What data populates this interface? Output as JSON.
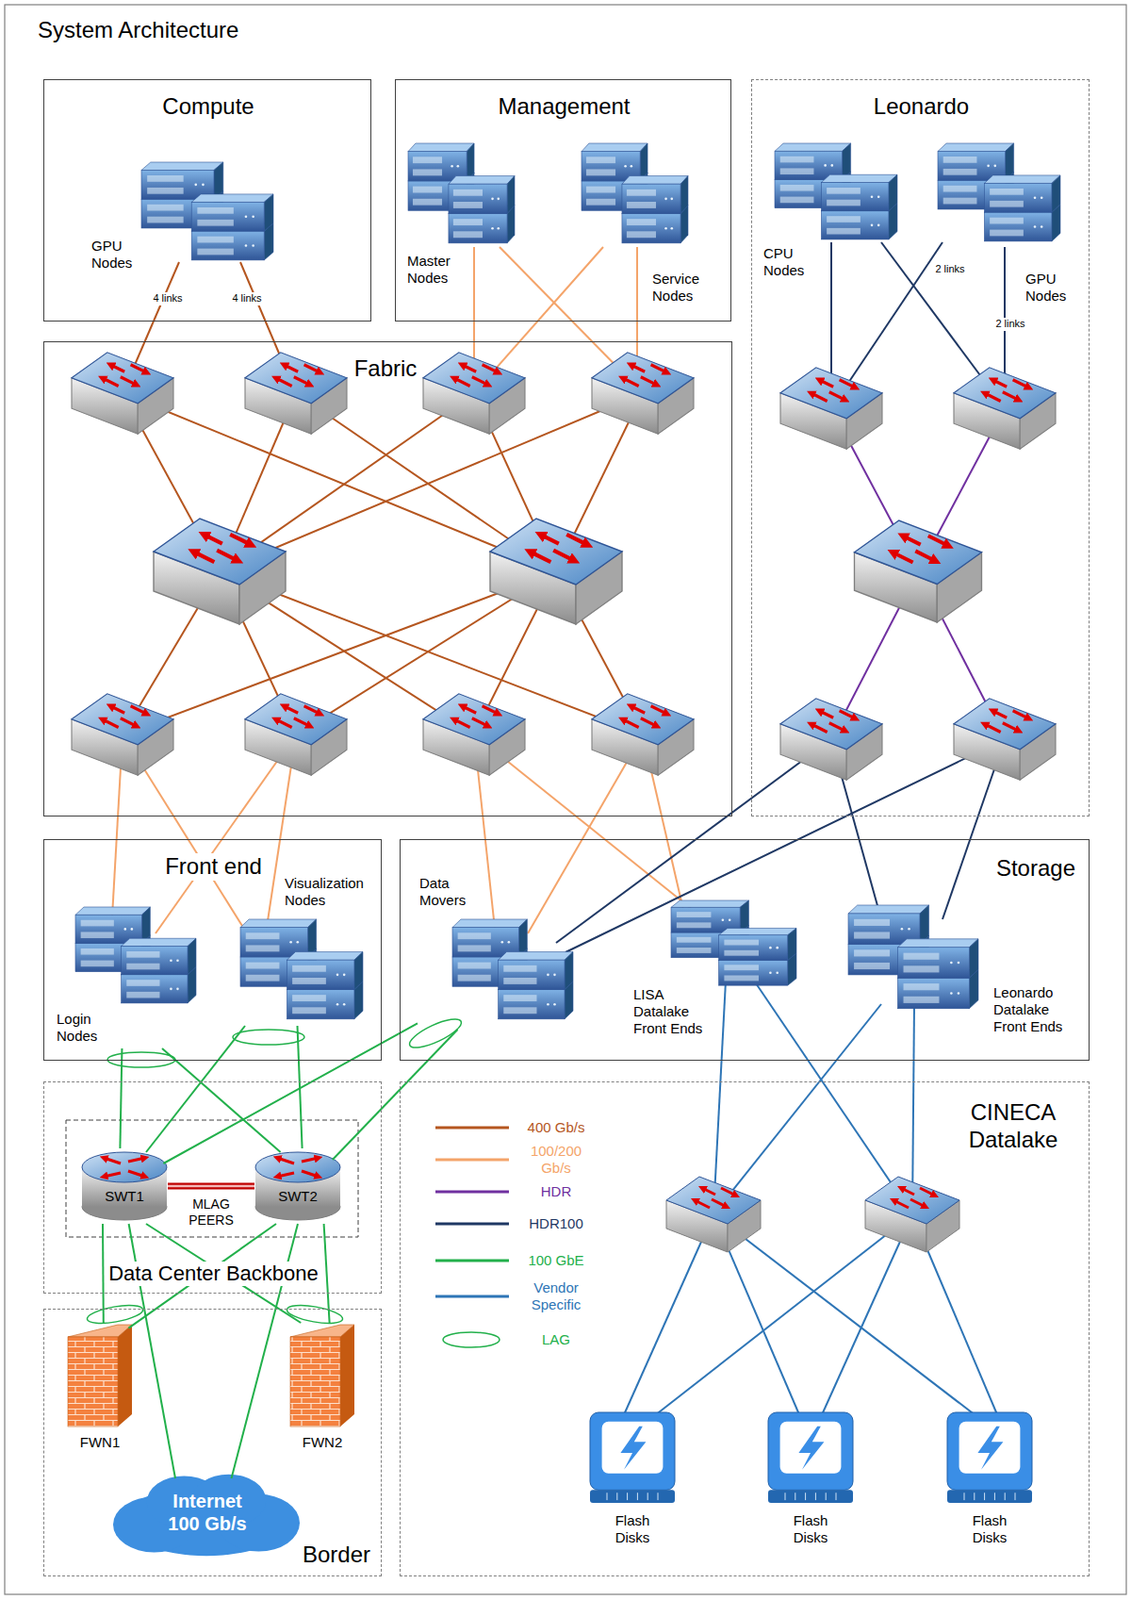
{
  "diagram": {
    "title": "System Architecture",
    "nodes": [
      {
        "text": [
          "Compute"
        ]
      },
      {
        "text": [
          "GPU Nodes"
        ],
        "in": 0
      },
      {
        "text": [
          "Management"
        ]
      },
      {
        "text": [
          "Master Nodes"
        ],
        "in": 2
      },
      {
        "text": [
          "Service Nodes"
        ],
        "in": 2
      },
      {
        "text": [
          "Leonardo"
        ]
      },
      {
        "text": [
          "CPU Nodes"
        ],
        "in": 5
      },
      {
        "text": [
          "GPU Nodes"
        ],
        "in": 5
      },
      {
        "text": [
          "Fabric"
        ]
      },
      {
        "text": [
          "Front end"
        ]
      },
      {
        "text": [
          "Login Nodes"
        ],
        "in": 9
      },
      {
        "text": [
          "Visualization Nodes"
        ],
        "in": 9
      },
      {
        "text": [
          "Storage"
        ]
      },
      {
        "text": [
          "Data Movers"
        ],
        "in": 12
      },
      {
        "text": [
          "LISA Datalake Front Ends"
        ],
        "in": 12
      },
      {
        "text": [
          "Leonardo Datalake Front Ends"
        ],
        "in": 12
      },
      {
        "text": [
          "Data Center Backbone"
        ]
      },
      {
        "text": [
          "SWT1"
        ],
        "in": 16
      },
      {
        "text": [
          "SWT2"
        ],
        "in": 16
      },
      {
        "text": [
          "Border"
        ]
      },
      {
        "text": [
          "FWN1"
        ],
        "in": 19
      },
      {
        "text": [
          "FWN2"
        ],
        "in": 19
      },
      {
        "text": [
          "Internet 100 Gb/s"
        ],
        "in": 19
      },
      {
        "text": [
          "CINECA Datalake"
        ]
      },
      {
        "text": [
          "Flash Disks"
        ],
        "in": 23
      },
      {
        "text": [
          "Flash Disks"
        ],
        "in": 23
      },
      {
        "text": [
          "Flash Disks"
        ],
        "in": 23
      }
    ],
    "edges": [
      {
        "from": 10,
        "to": 17,
        "arrow": "none"
      },
      {
        "from": 10,
        "to": 18,
        "arrow": "none"
      },
      {
        "from": 11,
        "to": 17,
        "arrow": "none"
      },
      {
        "from": 11,
        "to": 18,
        "arrow": "none"
      },
      {
        "from": 13,
        "to": 17,
        "arrow": "none"
      },
      {
        "from": 13,
        "to": 18,
        "arrow": "none"
      },
      {
        "from": 17,
        "to": 18,
        "label": "MLAG PEERS",
        "arrow": "none"
      },
      {
        "from": 17,
        "to": 20,
        "arrow": "none"
      },
      {
        "from": 17,
        "to": 22,
        "arrow": "none"
      },
      {
        "from": 17,
        "to": 21,
        "arrow": "none"
      },
      {
        "from": 18,
        "to": 20,
        "arrow": "none"
      },
      {
        "from": 18,
        "to": 22,
        "arrow": "none"
      },
      {
        "from": 18,
        "to": 21,
        "arrow": "none"
      }
    ],
    "labels": [
      "4 links",
      "4 links",
      "2 links",
      "2 links"
    ],
    "legend": [
      {
        "text": "400 Gb/s",
        "color": "#b5561f"
      },
      {
        "text": "100/200 Gb/s",
        "color": "#f4a46a"
      },
      {
        "text": "HDR",
        "color": "#7030a0"
      },
      {
        "text": "HDR100",
        "color": "#1f3864"
      },
      {
        "text": "100 GbE",
        "color": "#22b04b"
      },
      {
        "text": "Vendor Specific",
        "color": "#2e75b6"
      },
      {
        "text": "LAG"
      }
    ]
  }
}
